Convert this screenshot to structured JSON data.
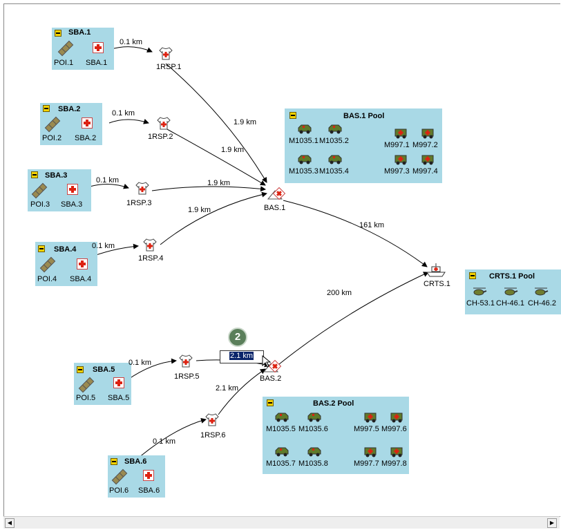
{
  "groups": {
    "sba1": {
      "title": "SBA.1",
      "poi": "POI.1",
      "sba": "SBA.1"
    },
    "sba2": {
      "title": "SBA.2",
      "poi": "POI.2",
      "sba": "SBA.2"
    },
    "sba3": {
      "title": "SBA.3",
      "poi": "POI.3",
      "sba": "SBA.3"
    },
    "sba4": {
      "title": "SBA.4",
      "poi": "POI.4",
      "sba": "SBA.4"
    },
    "sba5": {
      "title": "SBA.5",
      "poi": "POI.5",
      "sba": "SBA.5"
    },
    "sba6": {
      "title": "SBA.6",
      "poi": "POI.6",
      "sba": "SBA.6"
    }
  },
  "pools": {
    "bas1": {
      "title": "BAS.1 Pool",
      "vehicles": [
        "M1035.1",
        "M1035.2",
        "M997.1",
        "M997.2",
        "M1035.3",
        "M1035.4",
        "M997.3",
        "M997.4"
      ]
    },
    "bas2": {
      "title": "BAS.2 Pool",
      "vehicles": [
        "M1035.5",
        "M1035.6",
        "M997.5",
        "M997.6",
        "M1035.7",
        "M1035.8",
        "M997.7",
        "M997.8"
      ]
    },
    "crts1": {
      "title": "CRTS.1 Pool",
      "vehicles": [
        "CH-53.1",
        "CH-46.1",
        "CH-46.2"
      ]
    }
  },
  "nodes": {
    "rsp1": "1RSP.1",
    "rsp2": "1RSP.2",
    "rsp3": "1RSP.3",
    "rsp4": "1RSP.4",
    "rsp5": "1RSP.5",
    "rsp6": "1RSP.6",
    "bas1": "BAS.1",
    "bas2": "BAS.2",
    "crts1": "CRTS.1"
  },
  "distances": {
    "d_sba1_rsp1": "0.1 km",
    "d_sba2_rsp2": "0.1 km",
    "d_sba3_rsp3": "0.1 km",
    "d_sba4_rsp4": "0.1 km",
    "d_sba5_rsp5": "0.1 km",
    "d_sba6_rsp6": "0.1 km",
    "d_rsp1_bas1": "1.9 km",
    "d_rsp2_bas1": "1.9 km",
    "d_rsp3_bas1": "1.9 km",
    "d_rsp4_bas1": "1.9 km",
    "d_bas1_crts1": "161 km",
    "d_bas2_crts1": "200 km",
    "d_rsp6_bas2": "2.1 km"
  },
  "editing": {
    "value": "2.1 km"
  },
  "callout": {
    "number": "2"
  },
  "colors": {
    "group_bg": "#a9d9e6",
    "selection": "#0a246a",
    "badge": "#5b7f5b"
  }
}
